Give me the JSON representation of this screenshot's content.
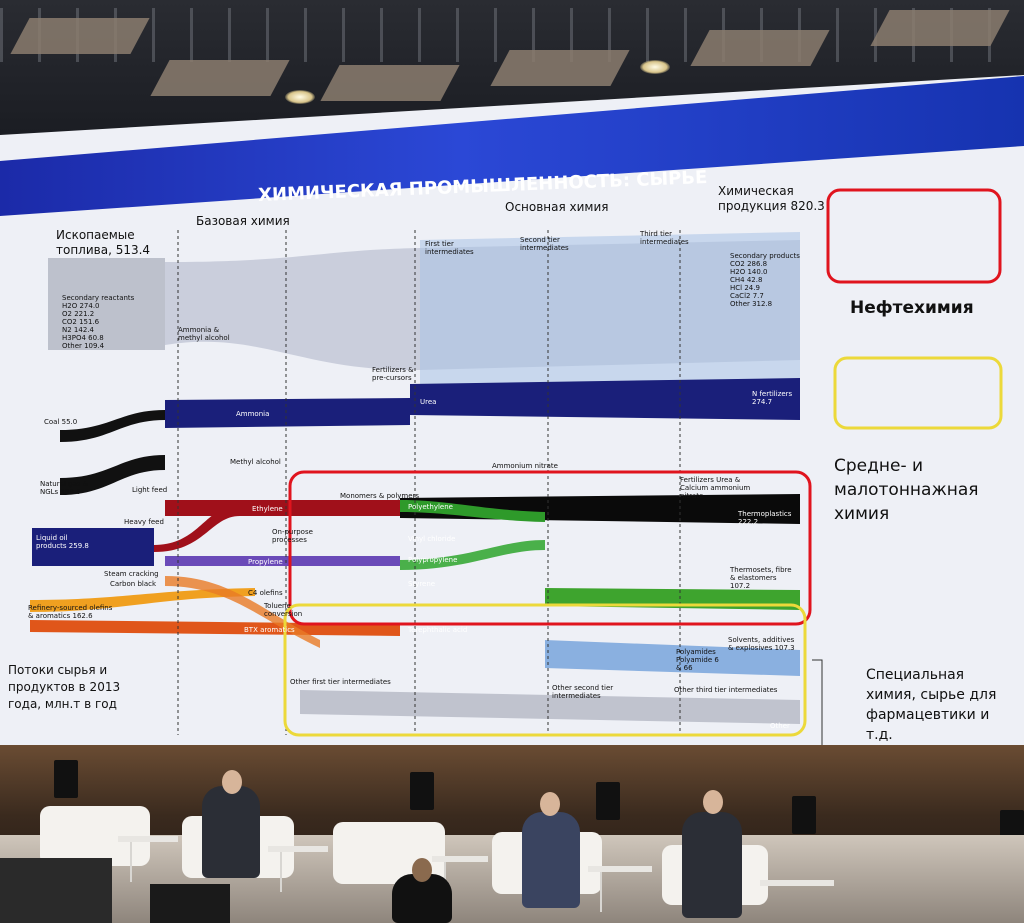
{
  "slide": {
    "title": "ХИМИЧЕСКАЯ ПРОМЫШЛЕННОСТЬ: СЫРЬЕ",
    "fossil_fuels": "Ископаемые топлива, 513.4",
    "base_chemistry": "Базовая химия",
    "main_chemistry": "Основная химия",
    "chemical_products": "Химическая продукция 820.3",
    "first_tier": "First tier intermediates",
    "second_tier": "Second tier intermediates",
    "third_tier": "Third tier intermediates",
    "secondary_reactants": [
      "Secondary reactants",
      "H2O 274.0",
      "O2 221.2",
      "CO2 151.6",
      "N2 142.4",
      "H3PO4 60.8",
      "Other 109.4"
    ],
    "secondary_products": [
      "Secondary products",
      "CO2 286.8",
      "H2O 140.0",
      "CH4 42.8",
      "HCl 24.9",
      "CaCl2 7.7",
      "Other 312.8"
    ],
    "inputs": {
      "coal": "Coal 55.0",
      "natural_gas": "Natural gas & NGLs 198.6",
      "liquid_oil": "Liquid oil products 259.8",
      "refinery": "Refinery-sourced olefins & aromatics 162.6"
    },
    "base_nodes": [
      "Ammonia & methyl alcohol",
      "Ammonia",
      "Methyl alcohol",
      "Ethylene",
      "Propylene",
      "C4 olefins",
      "BTX aromatics"
    ],
    "process_labels": [
      "Light feed",
      "Heavy feed",
      "Steam cracking",
      "Carbon black",
      "On-purpose processes",
      "Toluene conversion"
    ],
    "mid_nodes": [
      "Fertilizers & pre-cursors",
      "Urea",
      "Ammonium nitrate",
      "Monomers & polymers",
      "Polyethylene",
      "Vinyl chloride",
      "Polypropylene",
      "Styrene",
      "Terephthalic acid",
      "Other first tier intermediates"
    ],
    "outputs": {
      "n_fertilizers": "N fertilizers 274.7",
      "fertilizers": "Fertilizers Urea & Calcium ammonium nitrate",
      "thermoplastics": "Thermoplastics 222.2",
      "thermosets": "Thermosets, fibre & elastomers 107.2",
      "solvents": "Solvents, additives & explosives 107.3",
      "polyamides": "Polyamides Polyamide 6 & 66",
      "other_third": "Other third tier intermediates",
      "other_second": "Other second tier intermediates",
      "other": "Other"
    },
    "flow_note": "Потоки сырья и продуктов в 2013 года, млн.т в год",
    "legend_red": "Нефтехимия",
    "legend_yellow": "Средне- и малотоннажная химия",
    "legend_special": "Специальная химия, сырье для фармацевтики и т.д."
  },
  "colors": {
    "title_bar": "#2240c8",
    "red_box": "#e0141e",
    "yellow_box": "#ecd93a",
    "ammonia_flow": "#1a1f7a",
    "ethylene_flow": "#a0101a",
    "green_flow": "#2e9a2a",
    "btx_flow": "#e0561a",
    "c4_flow": "#f0a020",
    "gray_flow": "#b4b8c4",
    "light_blue_flow": "#8ab0e0"
  }
}
